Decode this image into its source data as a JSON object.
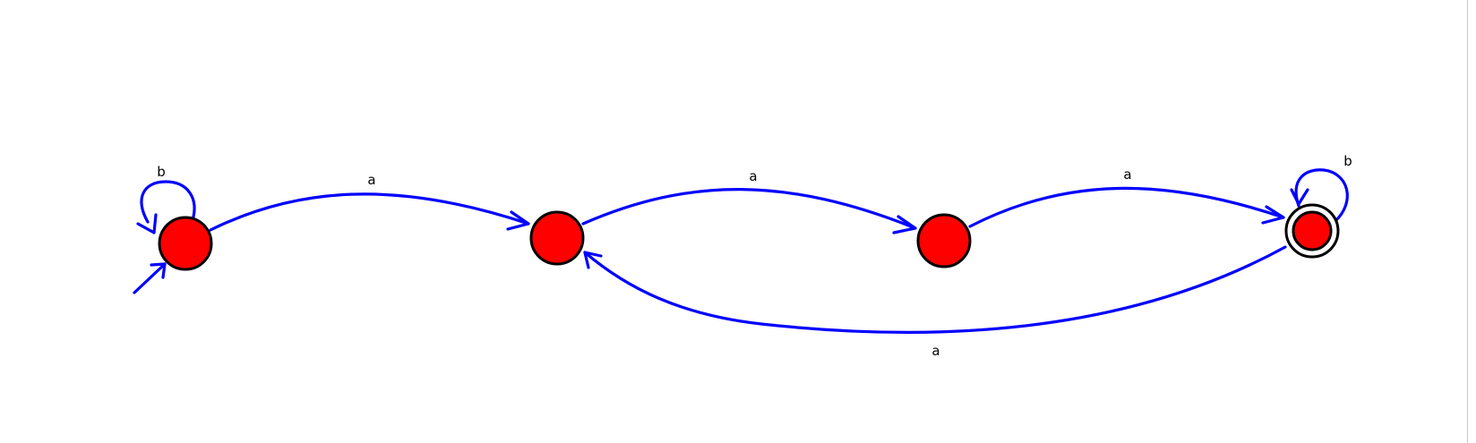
{
  "colors": {
    "edge": "#0000ff",
    "state_fill": "#ff0000",
    "state_stroke": "#000000",
    "background": "#ffffff"
  },
  "states": [
    {
      "id": "q0",
      "initial": true,
      "final": false
    },
    {
      "id": "q1",
      "initial": false,
      "final": false
    },
    {
      "id": "q2",
      "initial": false,
      "final": false
    },
    {
      "id": "q3",
      "initial": false,
      "final": true
    }
  ],
  "transitions": [
    {
      "from": "q0",
      "to": "q0",
      "label": "b"
    },
    {
      "from": "q0",
      "to": "q1",
      "label": "a"
    },
    {
      "from": "q1",
      "to": "q2",
      "label": "a"
    },
    {
      "from": "q2",
      "to": "q3",
      "label": "a"
    },
    {
      "from": "q3",
      "to": "q3",
      "label": "b"
    },
    {
      "from": "q3",
      "to": "q1",
      "label": "a"
    }
  ]
}
